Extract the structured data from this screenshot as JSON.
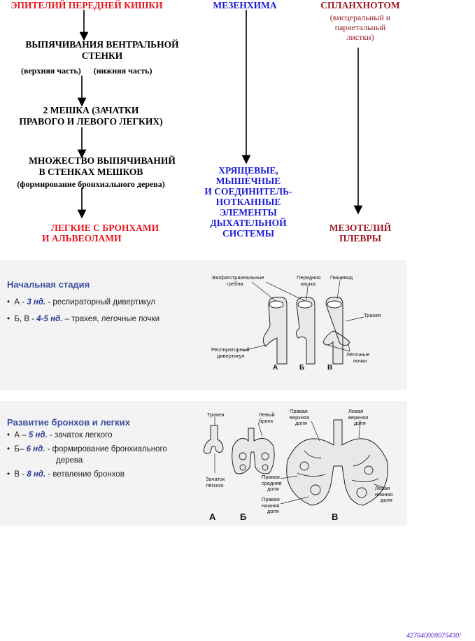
{
  "flow": {
    "col1": {
      "head": "ЭПИТЕЛИЙ ПЕРЕДНЕЙ КИШКИ",
      "step1_line1": "ВЫПЯЧИВАНИЯ ВЕНТРАЛЬНОЙ",
      "step1_line2": "СТЕНКИ",
      "step1_sub": "(верхняя часть)      (нижняя часть)",
      "step2_line1": "2  МЕШКА (ЗАЧАТКИ",
      "step2_line2": "ПРАВОГО И ЛЕВОГО ЛЕГКИХ)",
      "step3_line1": "МНОЖЕСТВО ВЫПЯЧИВАНИЙ",
      "step3_line2": "В СТЕНКАХ МЕШКОВ",
      "step3_sub": "(формирование бронхиального дерева)",
      "result_line1": "ЛЕГКИЕ  С БРОНХАМИ",
      "result_line2": "И АЛЬВЕОЛАМИ"
    },
    "col2": {
      "head": "МЕЗЕНХИМА",
      "r1": "ХРЯЩЕВЫЕ,",
      "r2": "МЫШЕЧНЫЕ",
      "r3": "И СОЕДИНИТЕЛЬ-",
      "r4": "НОТКАННЫЕ",
      "r5": "ЭЛЕМЕНТЫ",
      "r6": "ДЫХАТЕЛЬНОЙ",
      "r7": "СИСТЕМЫ"
    },
    "col3": {
      "head": "СПЛАНХНОТОМ",
      "sub1": "(висцеральный  и",
      "sub2": "париетальный",
      "sub3": "листки)",
      "res1": "МЕЗОТЕЛИЙ",
      "res2": "ПЛЕВРЫ"
    }
  },
  "panel1": {
    "title": "Начальная стадия",
    "b1_pre": "А - ",
    "b1_em": "3 нд.",
    "b1_post": " - респираторный дивертикул",
    "b2_pre": "Б, В - ",
    "b2_em": "4-5 нд.",
    "b2_post": " – трахея, легочные почки",
    "fig": {
      "l_eso1": "Эзофаготрахеальные",
      "l_eso2": "гребни",
      "l_pk1": "Передняя",
      "l_pk2": "кишка",
      "l_pish": "Пищевод",
      "l_trach": "Трахея",
      "l_resp1": "Респираторный",
      "l_resp2": "дивертикул",
      "l_poch1": "Лёгочные",
      "l_poch2": "почки",
      "A": "А",
      "B": "Б",
      "V": "В"
    }
  },
  "panel2": {
    "title": "Развитие бронхов и легких",
    "b1_pre": "А – ",
    "b1_em": "5 нд.",
    "b1_post": " - зачаток легкого",
    "b2_pre": "Б– ",
    "b2_em": "6 нд.",
    "b2_post": " - формирование бронхиального",
    "b2_cont": "дерева",
    "b3_pre": "В - ",
    "b3_em": "8 нд.",
    "b3_post": " - ветвление бронхов",
    "fig": {
      "l_trach": "Трахея",
      "l_zach1": "Зачаток",
      "l_zach2": "лёгкого",
      "l_levbr1": "Левый",
      "l_levbr2": "бронх",
      "l_pvd1": "Правая",
      "l_pvd2": "верхняя",
      "l_pvd3": "доля",
      "l_lvd1": "Левая",
      "l_lvd2": "верхняя",
      "l_lvd3": "доля",
      "l_psd1": "Правая",
      "l_psd2": "средняя",
      "l_psd3": "доля",
      "l_pnd1": "Правая",
      "l_pnd2": "нижняя",
      "l_pnd3": "доля",
      "l_lnd1": "Левая",
      "l_lnd2": "нижняя",
      "l_lnd3": "доля",
      "A": "А",
      "B": "Б",
      "V": "В"
    }
  },
  "footer": {
    "code": "427640009075430!"
  }
}
